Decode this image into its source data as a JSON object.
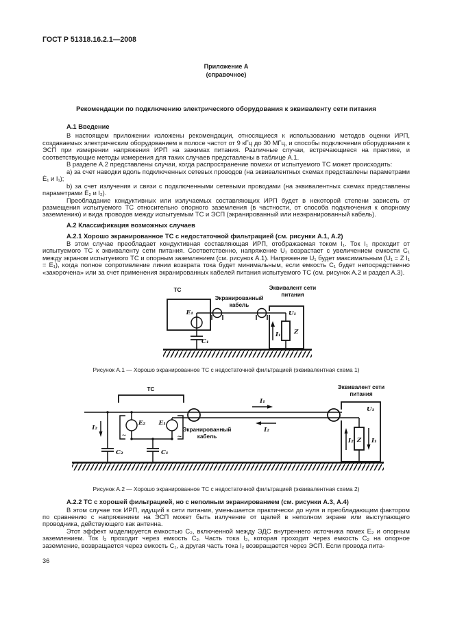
{
  "page": {
    "header": "ГОСТ Р 51318.16.2.1—2008",
    "page_number": "36"
  },
  "annex": {
    "label": "Приложение А",
    "type": "(справочное)",
    "title": "Рекомендации по подключению электрического оборудования к эквиваленту сети питания"
  },
  "s_a1": {
    "heading": "А.1 Введение",
    "p1": "В настоящем приложении изложены рекомендации, относящиеся к использованию методов оценки ИРП, создаваемых электрическим оборудованием в полосе частот от 9 кГц до 30 МГц, и способы подключения оборудования к ЭСП при измерении напряжения ИРП на зажимах питания. Различные случаи, встречающиеся на практике, и соответствующие методы измерения для таких случаев представлены в таблице А.1.",
    "p2": "В разделе А.2 представлены случаи, когда распространение помехи от испытуемого ТС может происходить:",
    "item_a": "а) за счет наводки вдоль подключенных сетевых проводов (на эквивалентных схемах представлены параметрами Ė₁ и I₁);",
    "item_b": "b) за счет излучения и связи с подключенными сетевыми проводами (на эквивалентных схемах представлены параметрами Ė₂ и I₂).",
    "p3": "Преобладание кондуктивных или излучаемых составляющих ИРП будет в некоторой степени зависеть от размещения испытуемого ТС относительно опорного заземления (в частности, от способа подключения к опорному заземлению) и вида проводов между испытуемым ТС и ЭСП (экранированный или неэкранированный кабель)."
  },
  "s_a2": {
    "heading": "А.2 Классификация возможных случаев",
    "a21_heading": "А.2.1 Хорошо экранированное ТС с недостаточной фильтрацией (см. рисунки А.1, А.2)",
    "a21_p1": "В этом случае преобладает кондуктивная составляющая ИРП, отображаемая током I₁. Ток I₁ проходит от испытуемого ТС к эквиваленту сети питания. Соответственно, напряжение U₁ возрастает с увеличением емкости C₁ между экраном испытуемого ТС и опорным заземлением (см. рисунок А.1). Напряжение U₁ будет максимальным (U₁ = Z I₁ = E₁), когда полное сопротивление линии возврата тока будет минимальным, если емкость C₁ будет непосредственно «закорочена» или за счет применения экранированных кабелей питания испытуемого ТС (см. рисунок А.2 и раздел А.3).",
    "a22_heading": "А.2.2 ТС с хорошей фильтрацией, но с неполным экранированием (см. рисунки А.3, А.4)",
    "a22_p1": "В этом случае ток ИРП, идущий к сети питания, уменьшается практически до нуля и преобладающим фактором по сравнению с напряжением на ЭСП может быть излучение от щелей в неполном экране или выступающего проводника, действующего как антенна.",
    "a22_p2": "Этот эффект моделируется емкостью C₂, включенной между ЭДС внутреннего источника помех E₂ и опорным заземлением. Ток I₂ проходит через емкость C₂. Часть тока I₂, которая проходит через емкость C₂ на опорное заземление, возвращается через емкость C₁, а другая часть тока I₂ возвращается через ЭСП. Если провода пита-"
  },
  "fig_a1": {
    "caption": "Рисунок А.1 — Хорошо экранированное ТС с недостаточной фильтрацией (эквивалентная схема 1)",
    "labels": {
      "tc": "ТС",
      "cable_1": "Экранированный",
      "cable_2": "кабель",
      "esp_1": "Эквивалент сети",
      "esp_2": "питания",
      "e1": "E₁",
      "c1": "C₁",
      "u1": "U₁",
      "z": "Z",
      "i1": "I₁"
    }
  },
  "fig_a2": {
    "caption": "Рисунок А.2 — Хорошо экранированное ТС с недостаточной фильтрацией (эквивалентная схема 2)",
    "labels": {
      "tc": "ТС",
      "cable_1": "Экранированный",
      "cable_2": "кабель",
      "esp_1": "Эквивалент сети",
      "esp_2": "питания",
      "e1": "E₁",
      "e2": "E₂",
      "c1": "C₁",
      "c2": "C₂",
      "u1": "U₁",
      "z": "Z",
      "i1_cable": "I₁",
      "i2_cable": "I₂",
      "i2_left": "I₂",
      "i2_box": "I₂",
      "i1_box": "I₁",
      "tilde_e2": "∼",
      "tilde_e1": "∼"
    }
  }
}
